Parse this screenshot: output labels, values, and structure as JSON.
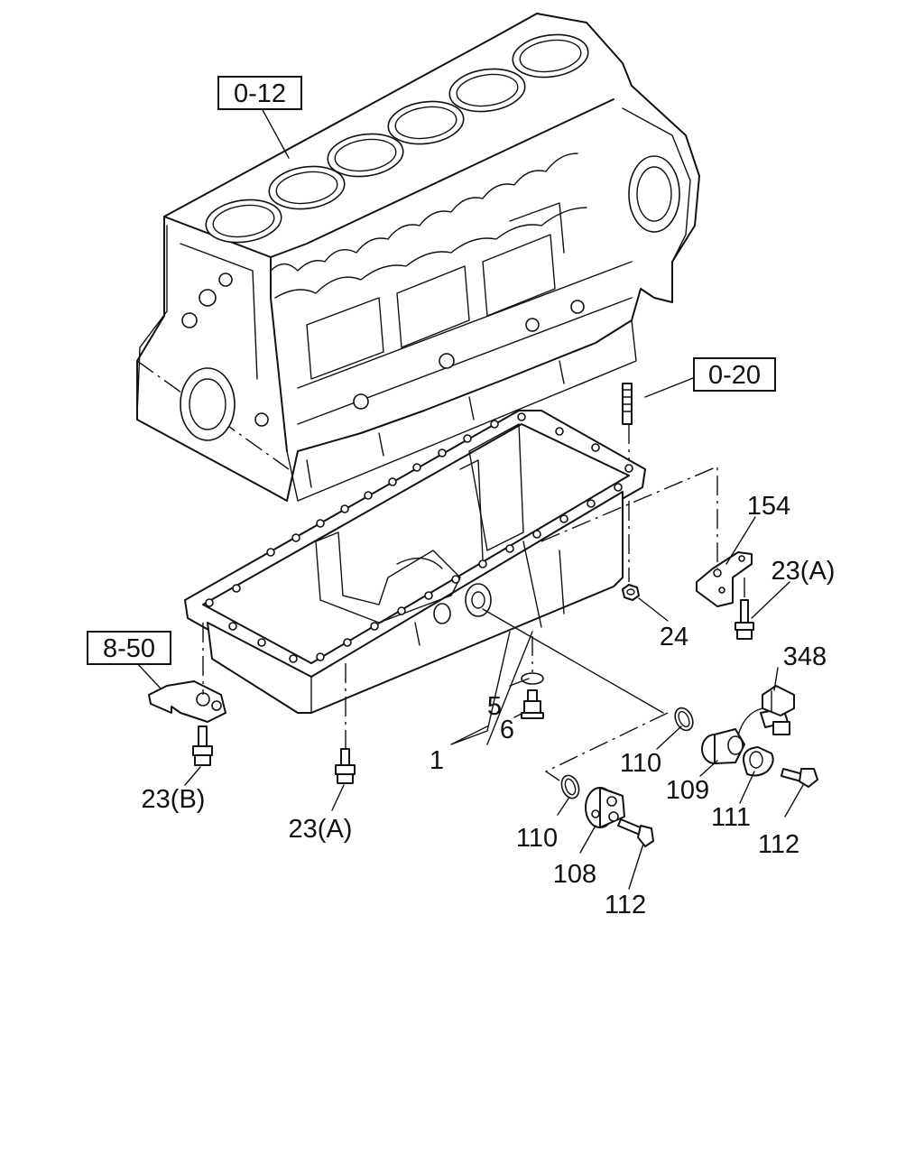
{
  "references": {
    "block": "0-12",
    "stud": "0-20",
    "bracket": "8-50"
  },
  "callouts": {
    "oil_pan": "1",
    "o_ring_drain": "5",
    "drain_plug": "6",
    "bolt_front": "23(A)",
    "bolt_bracket": "23(B)",
    "bolt_rear": "23(A)",
    "nut": "24",
    "sensor_body": "108",
    "sensor": "109",
    "o_ring_upper": "110",
    "o_ring_lower": "110",
    "clamp": "111",
    "bolt_sensor": "112",
    "bolt_clamp": "112",
    "bracket_rear": "154",
    "connector": "348"
  }
}
